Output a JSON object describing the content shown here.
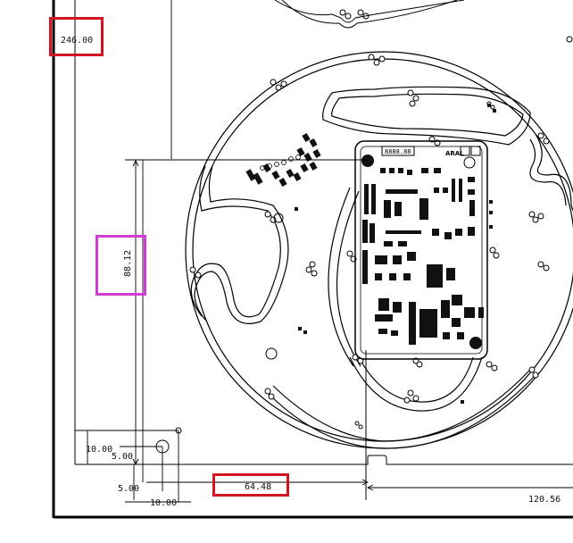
{
  "dimensions": {
    "overall_height": "246.00",
    "board_height": "88.12",
    "hole_offset_x": "64.48",
    "right_offset": "120.56",
    "hole_vertical": "10.00",
    "hole_upper": "5.00",
    "hole_lower": "5.00",
    "hole_horizontal": "10.00"
  },
  "silkscreen": {
    "display_label": "8888.88",
    "brand_label": "ARAL"
  },
  "highlights": {
    "red_color": "#d4141e",
    "magenta_color": "#d23cd2"
  }
}
